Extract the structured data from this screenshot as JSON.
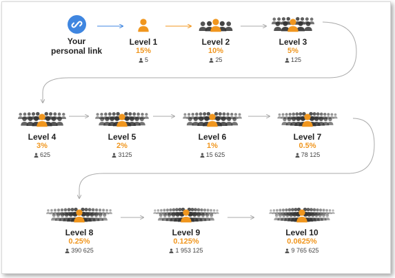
{
  "personal": {
    "label": "Your personal link",
    "icon": "link-icon"
  },
  "accent_color": "#f0961e",
  "link_color": "#3f86e0",
  "levels": [
    {
      "label": "Level 1",
      "percent": "15%",
      "count": "5"
    },
    {
      "label": "Level 2",
      "percent": "10%",
      "count": "25"
    },
    {
      "label": "Level 3",
      "percent": "5%",
      "count": "125"
    },
    {
      "label": "Level 4",
      "percent": "3%",
      "count": "625"
    },
    {
      "label": "Level 5",
      "percent": "2%",
      "count": "3125"
    },
    {
      "label": "Level 6",
      "percent": "1%",
      "count": "15 625"
    },
    {
      "label": "Level 7",
      "percent": "0.5%",
      "count": "78 125"
    },
    {
      "label": "Level 8",
      "percent": "0.25%",
      "count": "390 625"
    },
    {
      "label": "Level 9",
      "percent": "0.125%",
      "count": "1 953 125"
    },
    {
      "label": "Level 10",
      "percent": "0.0625%",
      "count": "9 765 625"
    }
  ]
}
